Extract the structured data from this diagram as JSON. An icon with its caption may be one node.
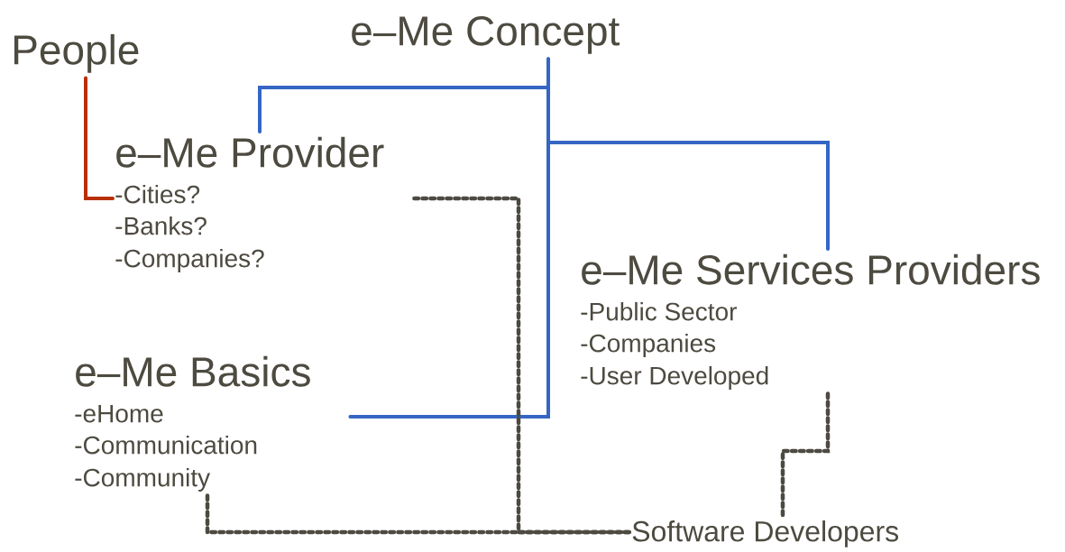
{
  "diagram": {
    "nodes": [
      {
        "text": [
          "People"
        ]
      },
      {
        "text": [
          "e–Me Concept"
        ]
      },
      {
        "text": [
          "e–Me Provider",
          "-Cities?",
          "-Banks?",
          "-Companies?"
        ]
      },
      {
        "text": [
          "e–Me Services Providers",
          "-Public Sector",
          "-Companies",
          "-User Developed"
        ]
      },
      {
        "text": [
          "e–Me Basics",
          "-eHome",
          "-Communication",
          "-Community"
        ]
      },
      {
        "text": [
          "Software Developers"
        ]
      }
    ],
    "edges": [
      {
        "from": 0,
        "to": 2,
        "arrow": "none",
        "color": "#b8300a"
      },
      {
        "from": 1,
        "to": 2,
        "arrow": "none",
        "color": "#3566c4"
      },
      {
        "from": 1,
        "to": 3,
        "arrow": "none",
        "color": "#3566c4"
      },
      {
        "from": 1,
        "to": 4,
        "arrow": "none",
        "color": "#3566c4"
      },
      {
        "from": 2,
        "to": 5,
        "arrow": "none",
        "style": "dashed",
        "color": "#4d4a42"
      },
      {
        "from": 4,
        "to": 5,
        "arrow": "none",
        "style": "dashed",
        "color": "#4d4a42"
      },
      {
        "from": 3,
        "to": 5,
        "arrow": "none",
        "style": "dashed",
        "color": "#4d4a42"
      }
    ]
  }
}
